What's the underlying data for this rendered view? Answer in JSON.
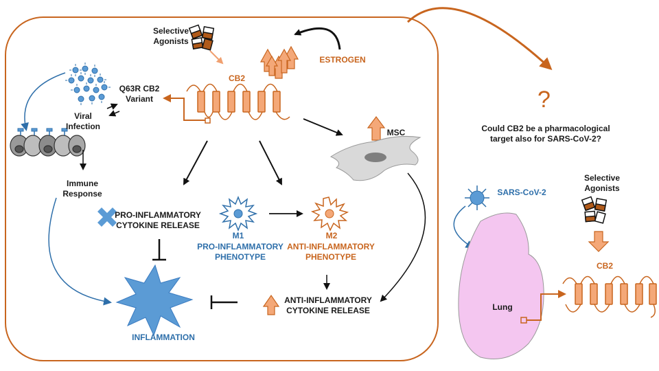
{
  "colors": {
    "orange": "#c8651e",
    "light_orange": "#f0a070",
    "blue": "#2e6faa",
    "lung_pink": "#f4c6f0",
    "cell_gray": "#c8c8c8"
  },
  "labels": {
    "selective_agonists_left": "Selective\nAgonists",
    "estrogen": "ESTROGEN",
    "cb2_main": "CB2",
    "q63r": "Q63R CB2\nVariant",
    "viral_infection": "Viral\nInfection",
    "msc": "MSC",
    "immune_response": "Immune\nResponse",
    "pro_inflammatory_release": "PRO-INFLAMMATORY\nCYTOKINE RELEASE",
    "m1": "M1",
    "m1_phenotype": "PRO-INFLAMMATORY\nPHENOTYPE",
    "m2": "M2",
    "m2_phenotype": "ANTI-INFLAMMATORY\nPHENOTYPE",
    "anti_inflammatory_release": "ANTI-INFLAMMATORY\nCYTOKINE RELEASE",
    "inflammation": "INFLAMMATION",
    "question_mark": "?",
    "question": "Could CB2 be a pharmacological\ntarget also for SARS-CoV-2?",
    "selective_agonists_right": "Selective\nAgonists",
    "sars_cov_2": "SARS-CoV-2",
    "lung": "Lung",
    "cb2_right": "CB2"
  }
}
